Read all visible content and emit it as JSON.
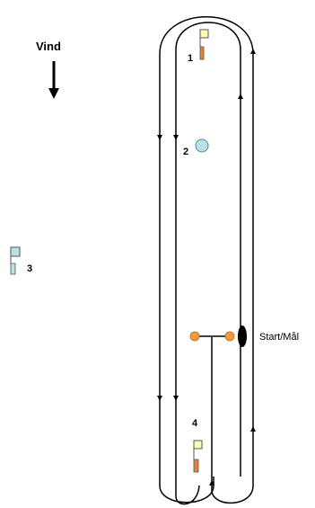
{
  "wind": {
    "label": "Vind",
    "direction": "down"
  },
  "marks": [
    {
      "id": "1",
      "label": "1",
      "symbol": "flag",
      "colors": {
        "flag": "#fffbb0",
        "pole": "#e0863a"
      }
    },
    {
      "id": "2",
      "label": "2",
      "symbol": "buoy",
      "colors": {
        "fill": "#b8e2e4",
        "stroke": "#4f8d92"
      }
    },
    {
      "id": "3",
      "label": "3",
      "symbol": "flag",
      "colors": {
        "flag": "#b8e2e4",
        "pole": "#b8e2e4"
      }
    },
    {
      "id": "4",
      "label": "4",
      "symbol": "flag",
      "colors": {
        "flag": "#fffbb0",
        "pole": "#e0863a"
      }
    }
  ],
  "start_finish": {
    "label": "Start/Mål",
    "colors": {
      "buoy": "#f19a3e",
      "committee_boat": "#000000"
    }
  },
  "course": {
    "line_color": "#000000"
  }
}
